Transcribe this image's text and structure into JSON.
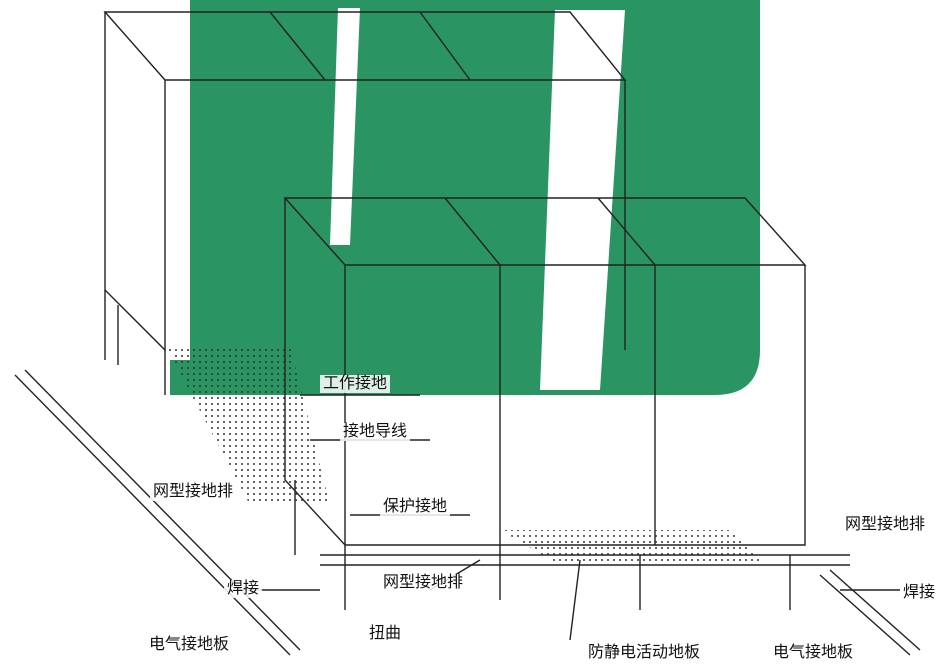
{
  "colors": {
    "accent": "#1f8f5a",
    "ink": "#222222",
    "background": "#ffffff"
  },
  "labels": {
    "work_ground": "工作接地",
    "ground_wire": "接地导线",
    "mesh_bar_left": "网型接地排",
    "protect_ground": "保护接地",
    "mesh_bar_right": "网型接地排",
    "weld_left": "焊接",
    "mesh_bar_bottom": "网型接地排",
    "weld_right": "焊接",
    "twist": "扭曲",
    "elec_plate_left": "电气接地板",
    "antistatic_floor": "防静电活动地板",
    "elec_plate_right": "电气接地板"
  }
}
